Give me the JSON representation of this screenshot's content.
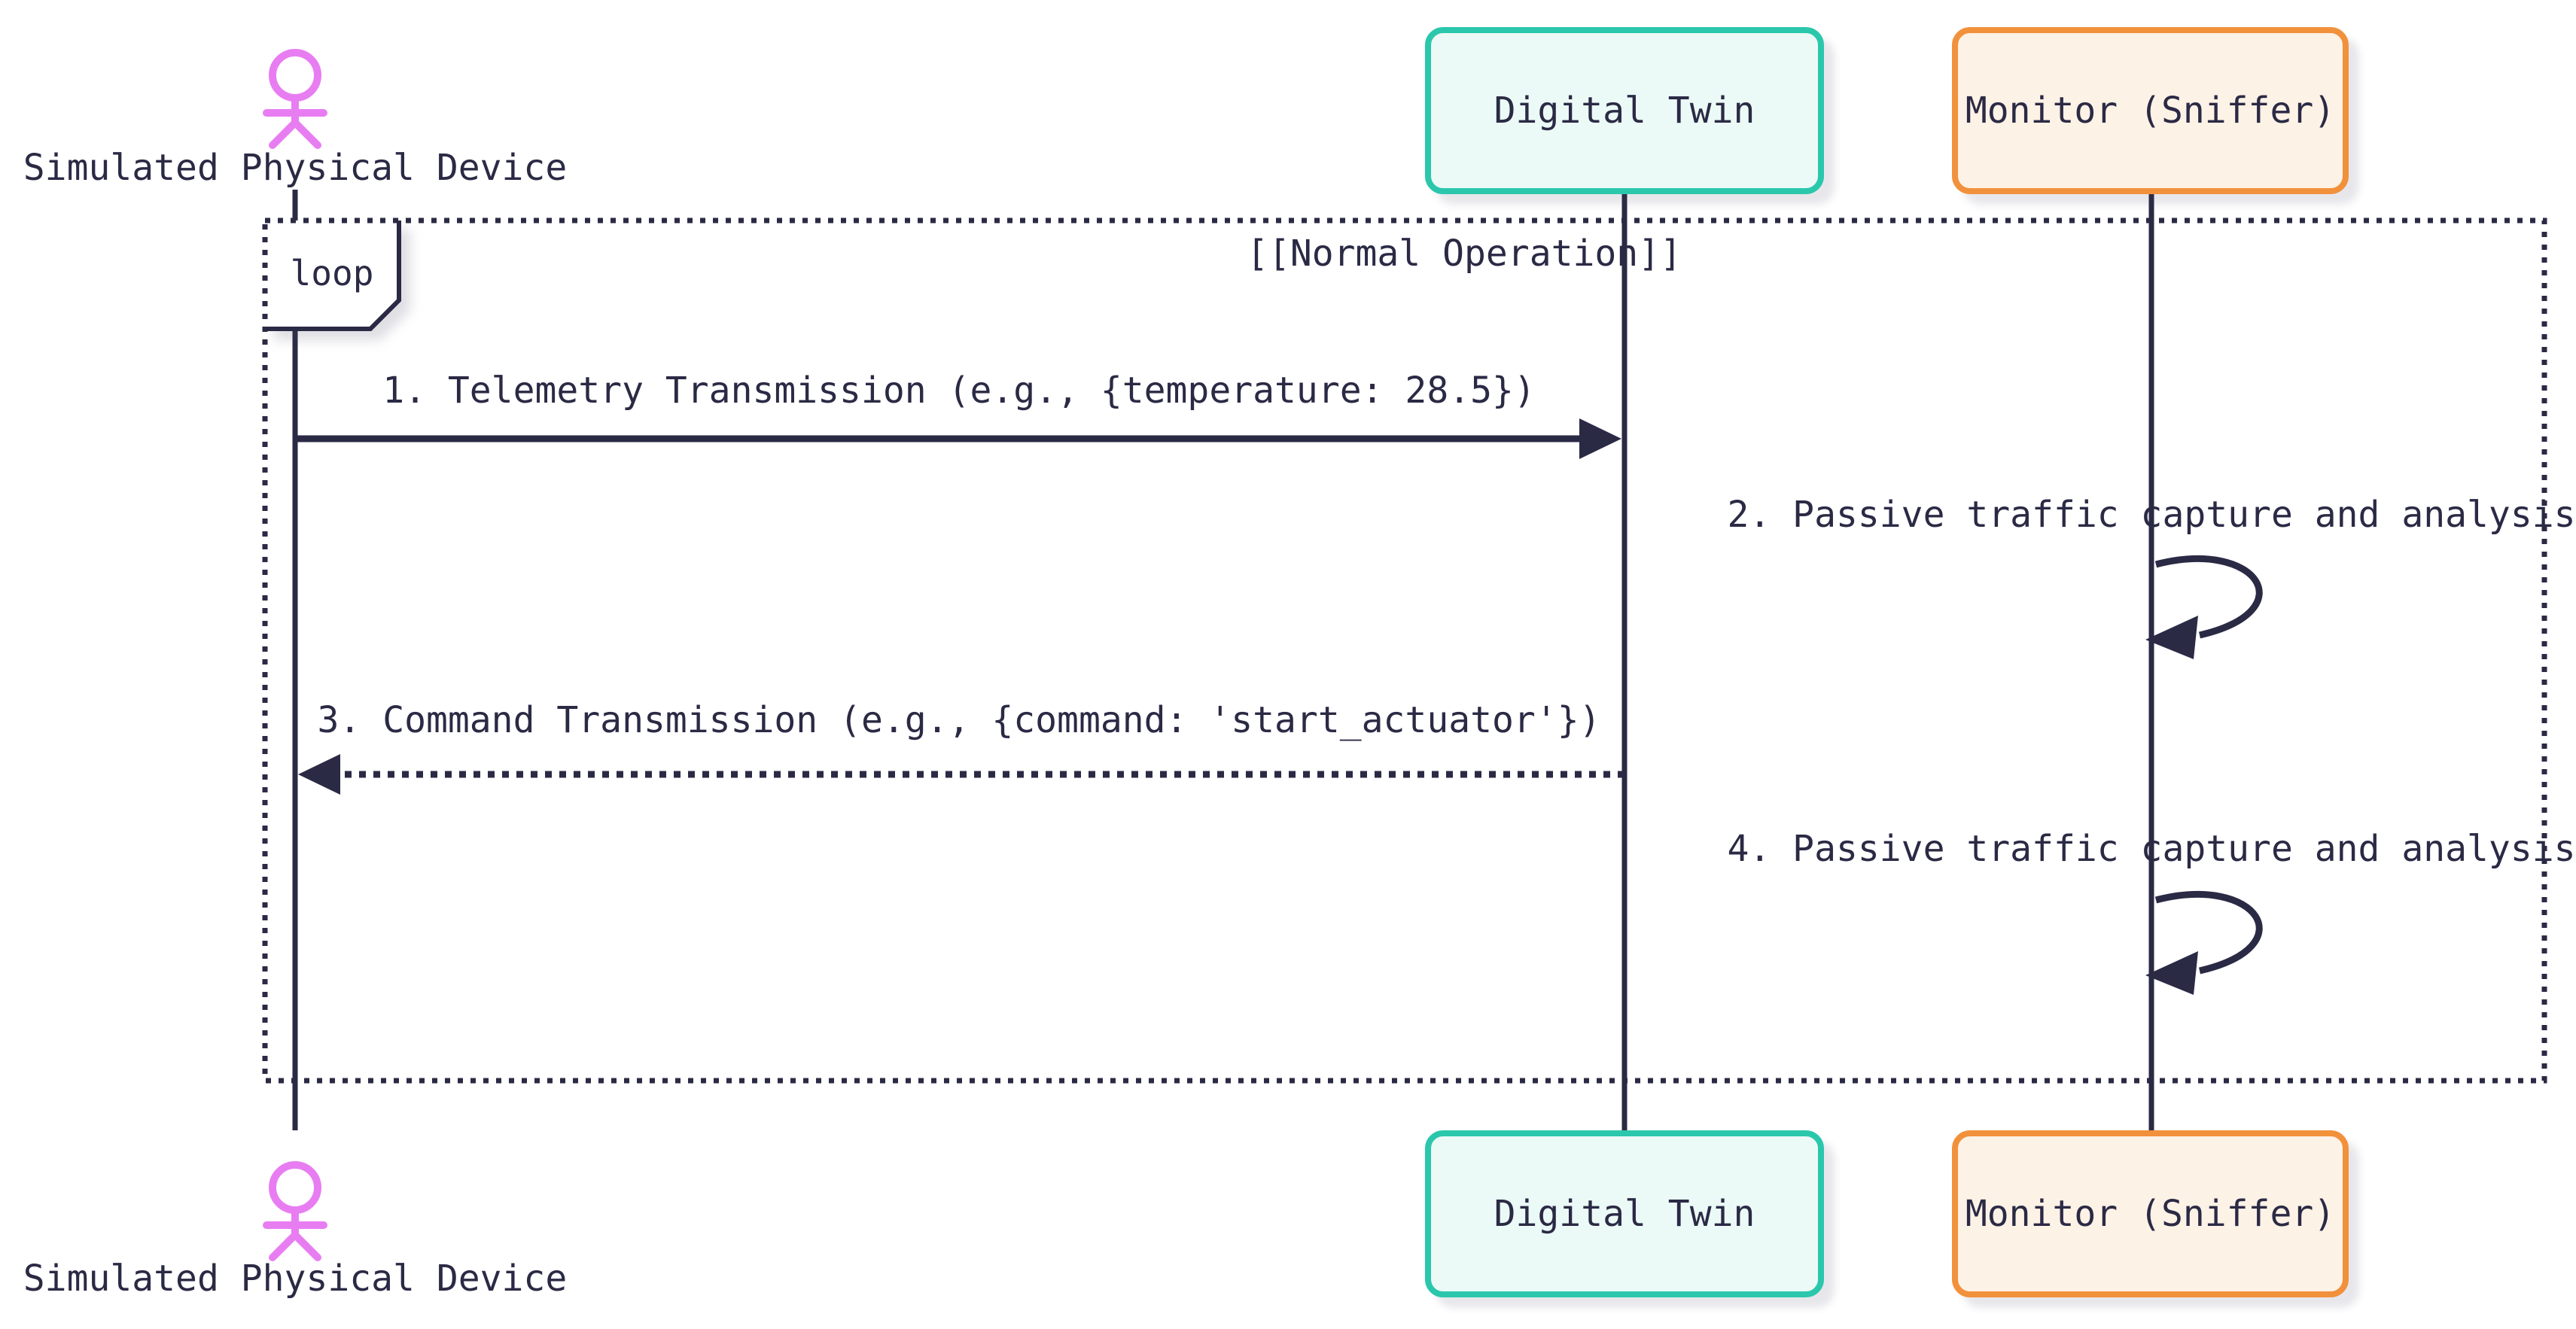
{
  "actor": {
    "label": "Simulated Physical Device"
  },
  "participants": [
    {
      "label": "Digital Twin",
      "border_color": "#2bc7ac",
      "fill_color": "#ebfaf6"
    },
    {
      "label": "Monitor (Sniffer)",
      "border_color": "#f2913c",
      "fill_color": "#fdf2e6"
    }
  ],
  "fragment": {
    "operator": "loop",
    "title": "[[Normal Operation]]"
  },
  "messages": [
    {
      "text": "1. Telemetry Transmission (e.g., {temperature: 28.5})",
      "from": "Simulated Physical Device",
      "to": "Digital Twin",
      "line_style": "solid-arrow"
    },
    {
      "text": "2. Passive traffic capture and analysis",
      "from": "Monitor (Sniffer)",
      "to": "Monitor (Sniffer)",
      "line_style": "self-loop"
    },
    {
      "text": "3. Command Transmission (e.g., {command: 'start_actuator'})",
      "from": "Digital Twin",
      "to": "Simulated Physical Device",
      "line_style": "dashed-arrow"
    },
    {
      "text": "4. Passive traffic capture and analysis",
      "from": "Monitor (Sniffer)",
      "to": "Monitor (Sniffer)",
      "line_style": "self-loop"
    }
  ],
  "colors": {
    "ink": "#2b2a45",
    "actor_stroke": "#e87df2",
    "teal_border": "#2bc7ac",
    "teal_fill": "#ebfaf6",
    "orange_border": "#f2913c",
    "orange_fill": "#fdf2e6",
    "background": "#ffffff"
  }
}
